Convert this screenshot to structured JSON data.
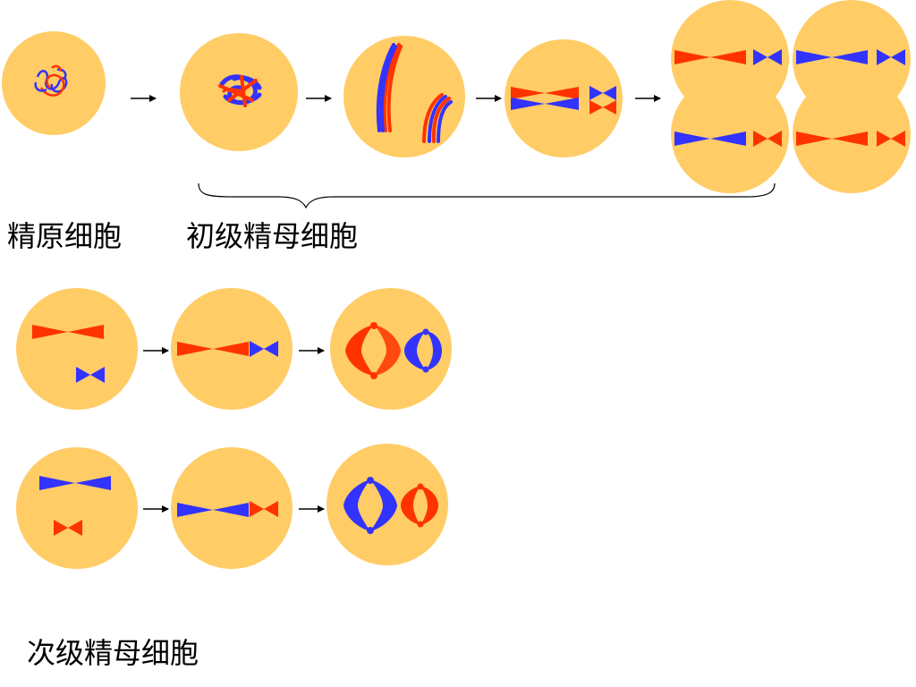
{
  "labels": {
    "spermatogonium": "精原细胞",
    "primary_spermatocyte": "初级精母细胞",
    "secondary_spermatocyte": "次级精母细胞"
  },
  "colors": {
    "cell": "#FFCC66",
    "chromosome_red": "#FF3300",
    "chromosome_blue": "#3333FF",
    "arrow": "#000000",
    "brace": "#000000"
  }
}
